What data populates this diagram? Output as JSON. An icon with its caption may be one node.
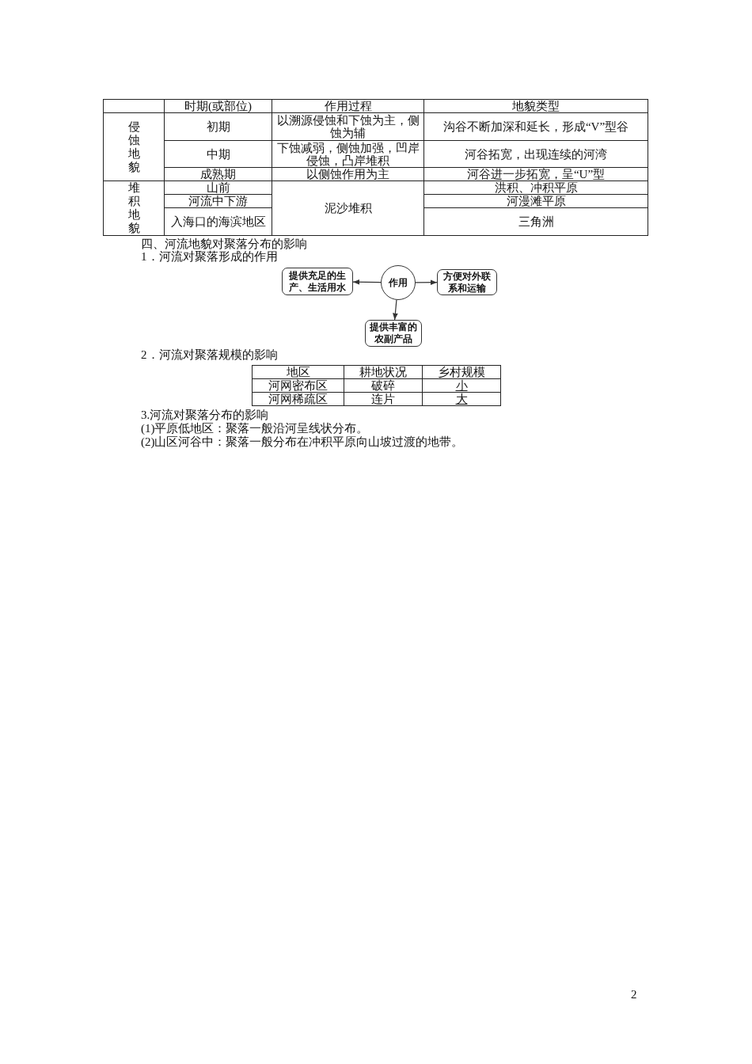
{
  "diagram": {
    "nodes": [
      {
        "text": [
          "作用"
        ]
      },
      {
        "text": [
          "提供充足的生产、生活用水"
        ]
      },
      {
        "text": [
          "方便对外联系和运输"
        ]
      },
      {
        "text": [
          "提供丰富的农副产品"
        ]
      }
    ],
    "edges": [
      {
        "from": 0,
        "to": 1,
        "arrow": "to"
      },
      {
        "from": 0,
        "to": 2,
        "arrow": "to"
      },
      {
        "from": 0,
        "to": 3,
        "arrow": "to"
      }
    ],
    "labels": [
      "时期(或部位)",
      "作用过程",
      "地貌类型",
      "侵蚀地貌",
      "初期",
      "以溯源侵蚀和下蚀为主，侧蚀为辅",
      "沟谷不断加深和延长，形成“V”型谷",
      "中期",
      "下蚀减弱，侧蚀加强，凹岸侵蚀，凸岸堆积",
      "河谷拓宽，出现连续的河湾",
      "成熟期",
      "以侧蚀作用为主",
      "河谷进一步拓宽，呈“U”型",
      "堆积地貌",
      "山前",
      "泥沙堆积",
      "洪积、冲积平原",
      "河流中下游",
      "河漫滩平原",
      "入海口的海滨地区",
      "三角洲",
      "四、河流地貌对聚落分布的影响",
      "1．河流对聚落形成的作用",
      "2．河流对聚落规模的影响",
      "地区",
      "耕地状况",
      "乡村规模",
      "河网密布区",
      "破碎",
      "小",
      "河网稀疏区",
      "连片",
      "大",
      "3.河流对聚落分布的影响",
      "(1)平原低地区：聚落一般沿河呈线状分布。",
      "(2)山区河谷中：聚落一般分布在冲积平原向山坡过渡的地带。",
      "2"
    ]
  }
}
